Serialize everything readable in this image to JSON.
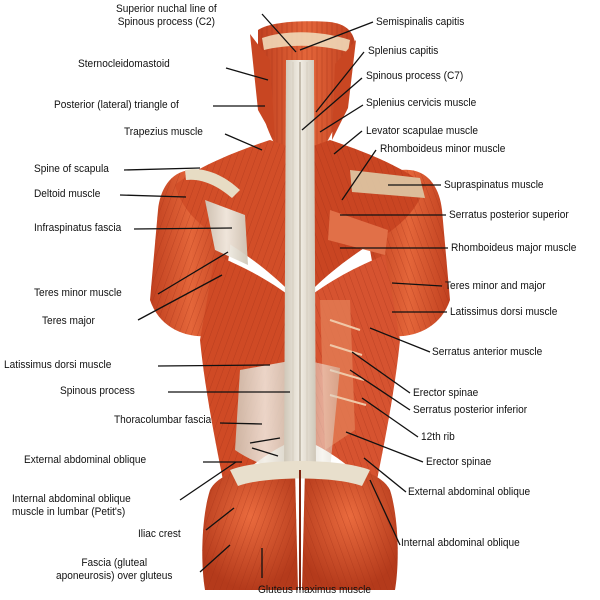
{
  "figure": {
    "left_labels": [
      {
        "id": "superior-nuchal",
        "line1": "Superior nuchal line of",
        "line2": "Spinous process (C2)"
      },
      {
        "id": "sternocleidomastoid",
        "text": "Sternocleidomastoid"
      },
      {
        "id": "posterior-triangle",
        "text": "Posterior (lateral) triangle of"
      },
      {
        "id": "trapezius",
        "text": "Trapezius muscle"
      },
      {
        "id": "spine-scapula",
        "text": "Spine of scapula"
      },
      {
        "id": "deltoid",
        "text": "Deltoid muscle"
      },
      {
        "id": "infraspinatus-fascia",
        "text": "Infraspinatus fascia"
      },
      {
        "id": "teres-minor-left",
        "text": "Teres minor muscle"
      },
      {
        "id": "teres-major-left",
        "text": "Teres major"
      },
      {
        "id": "latissimus-left",
        "text": "Latissimus dorsi muscle"
      },
      {
        "id": "spinous-process-left",
        "text": "Spinous process"
      },
      {
        "id": "thoracolumbar",
        "text": "Thoracolumbar fascia"
      },
      {
        "id": "ext-oblique-left",
        "text": "External abdominal oblique"
      },
      {
        "id": "int-oblique-lumbar",
        "line1": "Internal abdominal oblique",
        "line2": "muscle in lumbar (Petit's)"
      },
      {
        "id": "iliac-crest",
        "text": "Iliac crest"
      },
      {
        "id": "fascia-gluteal",
        "line1": "Fascia (gluteal",
        "line2": "aponeurosis) over gluteus"
      }
    ],
    "right_labels": [
      {
        "id": "semispinalis",
        "text": "Semispinalis capitis"
      },
      {
        "id": "splenius-capitis",
        "text": "Splenius capitis"
      },
      {
        "id": "spinous-c7",
        "text": "Spinous process (C7)"
      },
      {
        "id": "splenius-cervicis",
        "text": "Splenius cervicis muscle"
      },
      {
        "id": "levator-scapulae",
        "text": "Levator scapulae muscle"
      },
      {
        "id": "rhomboid-minor",
        "text": "Rhomboideus minor muscle"
      },
      {
        "id": "supraspinatus",
        "text": "Supraspinatus muscle"
      },
      {
        "id": "serratus-post-sup",
        "text": "Serratus posterior superior"
      },
      {
        "id": "rhomboid-major",
        "text": "Rhomboideus major muscle"
      },
      {
        "id": "teres-minor-major",
        "text": "Teres minor and major"
      },
      {
        "id": "latissimus-right",
        "text": "Latissimus dorsi muscle"
      },
      {
        "id": "serratus-anterior",
        "text": "Serratus anterior muscle"
      },
      {
        "id": "erector-spinae-1",
        "text": "Erector spinae"
      },
      {
        "id": "serratus-post-inf",
        "text": "Serratus posterior inferior"
      },
      {
        "id": "rib-12",
        "text": "12th rib"
      },
      {
        "id": "erector-spinae-2",
        "text": "Erector spinae"
      },
      {
        "id": "ext-oblique-right",
        "text": "External abdominal oblique"
      },
      {
        "id": "int-oblique-right",
        "text": "Internal abdominal oblique"
      }
    ],
    "bottom_label": {
      "id": "gluteus-maximus",
      "text": "Gluteus maximus muscle"
    }
  },
  "colors": {
    "muscle": "#d9542c",
    "muscle_dark": "#a8321a",
    "muscle_light": "#ec7a4e",
    "fascia": "#e6e1d6",
    "bone": "#efe6c9",
    "leader": "#111111"
  }
}
